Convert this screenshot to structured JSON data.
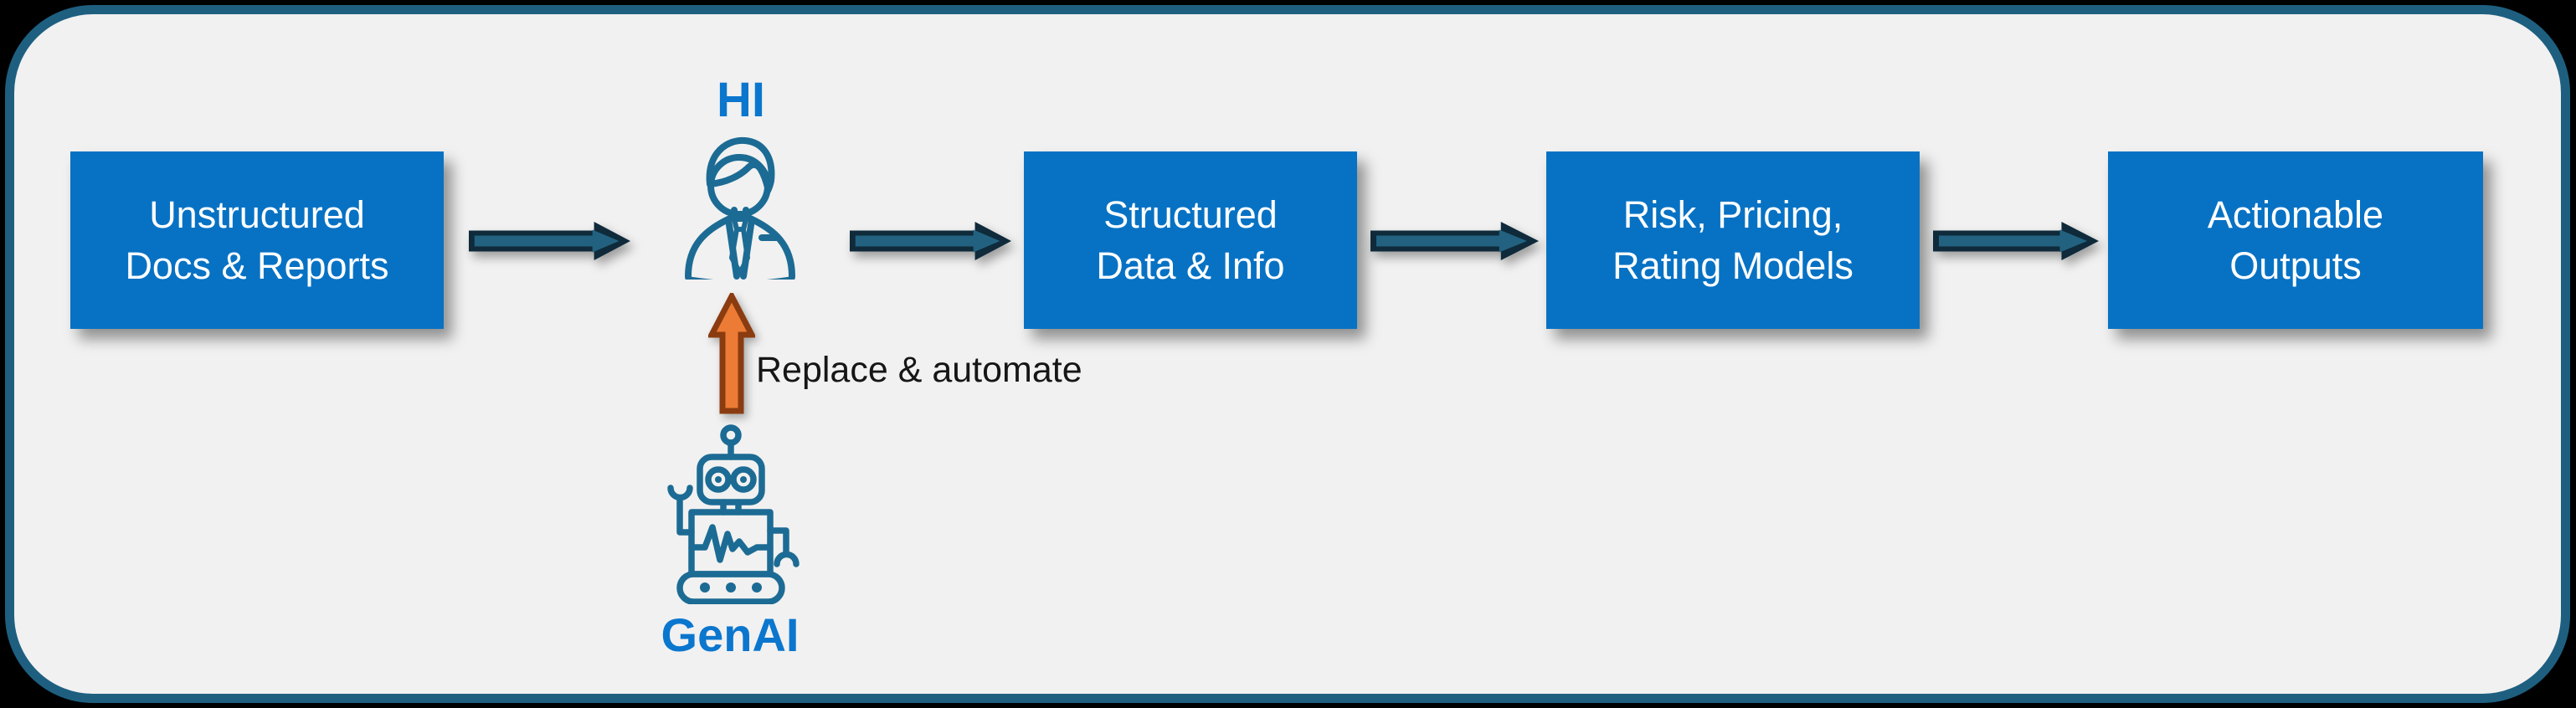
{
  "flow": {
    "boxes": [
      {
        "id": "unstructured-docs",
        "lines": [
          "Unstructured",
          "Docs & Reports"
        ]
      },
      {
        "id": "structured-data",
        "lines": [
          "Structured",
          "Data & Info"
        ]
      },
      {
        "id": "models",
        "lines": [
          "Risk, Pricing,",
          "Rating Models"
        ]
      },
      {
        "id": "outputs",
        "lines": [
          "Actionable",
          "Outputs"
        ]
      }
    ],
    "hi_label": "HI",
    "genai_label": "GenAI",
    "annotation": "Replace & automate"
  },
  "icons": {
    "hi": "person-icon",
    "genai": "robot-icon",
    "flow": "right-block-arrow-icon",
    "replace": "up-block-arrow-icon"
  },
  "colors": {
    "background": "#000000",
    "panel_fill": "#f1f1f1",
    "panel_border": "#1e5f80",
    "box_fill": "#0772c4",
    "box_text": "#ffffff",
    "arrow_outline": "#0f2a3a",
    "arrow_core": "#226280",
    "genai_arrow_fill": "#ec7b35",
    "genai_arrow_outline": "#8a3c10",
    "icon_stroke": "#1c6b94",
    "accent_label": "#0b76ce",
    "annotation_text": "#161616"
  }
}
